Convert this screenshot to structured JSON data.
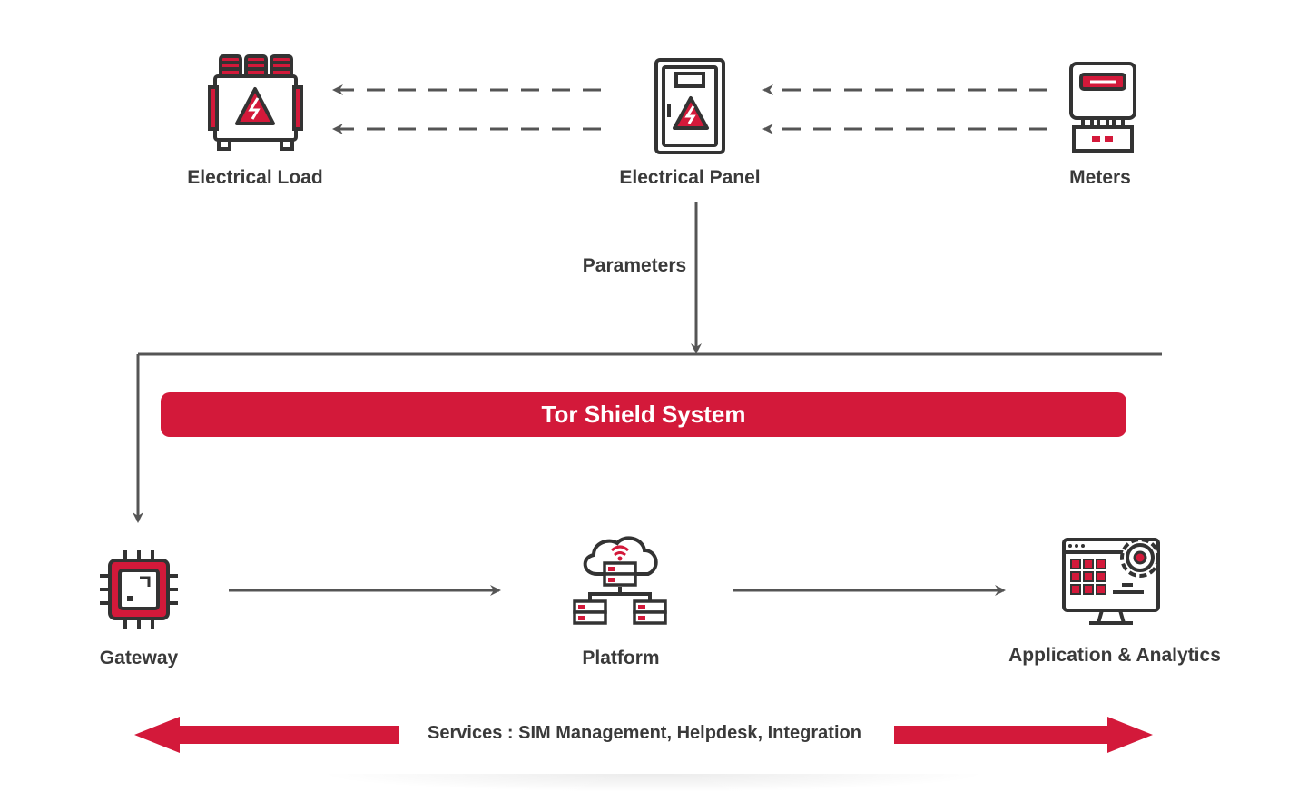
{
  "nodes": {
    "electrical_load": "Electrical Load",
    "electrical_panel": "Electrical Panel",
    "meters": "Meters",
    "gateway": "Gateway",
    "platform": "Platform",
    "application": "Application & Analytics"
  },
  "edge_labels": {
    "parameters": "Parameters"
  },
  "system_banner": "Tor Shield System",
  "services_banner": "Services : SIM Management, Helpdesk, Integration",
  "colors": {
    "accent": "#d3193a",
    "line": "#555555",
    "text": "#3a3a3a"
  },
  "icons": {
    "electrical_load": "transformer-icon",
    "electrical_panel": "electrical-panel-icon",
    "meters": "electric-meter-icon",
    "gateway": "chip-icon",
    "platform": "cloud-server-icon",
    "application": "monitor-settings-icon"
  }
}
